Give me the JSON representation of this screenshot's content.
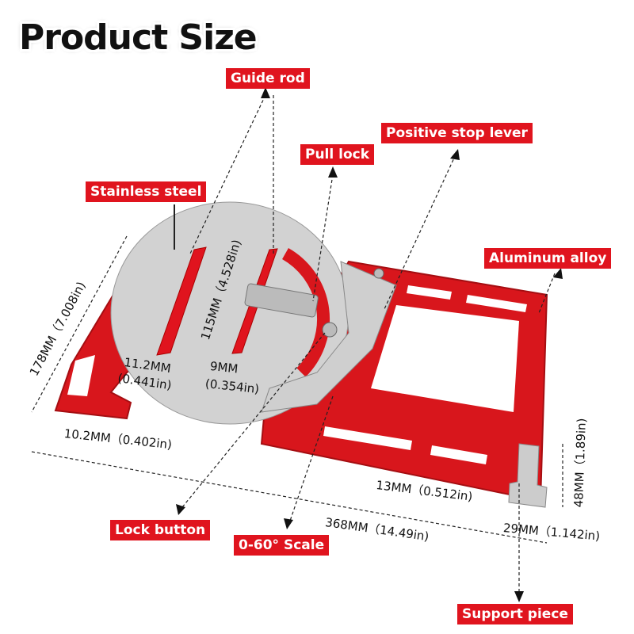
{
  "title": "Product Size",
  "labels": {
    "guide_rod": "Guide rod",
    "stainless_steel": "Stainless steel",
    "pull_lock": "Pull lock",
    "positive_stop_lever": "Positive stop lever",
    "aluminum_alloy": "Aluminum alloy",
    "lock_button": "Lock button",
    "scale": "0-60° Scale",
    "support_piece": "Support piece"
  },
  "dimensions": {
    "height": "178MM（7.008in)",
    "guide_length": "115MM（4.528in)",
    "rod_width_mm": "11.2MM",
    "rod_width_in": "(0.441in)",
    "gap_mm": "9MM",
    "gap_in": "(0.354in)",
    "hook": "10.2MM（0.402in)",
    "length": "368MM（14.49in)",
    "thickness": "13MM（0.512in)",
    "support_width": "29MM（1.142in)",
    "support_height": "48MM（1.89in)"
  },
  "colors": {
    "label_bg": "#e0141e",
    "frame": "#d8161c",
    "steel": "#d2d2d2"
  }
}
